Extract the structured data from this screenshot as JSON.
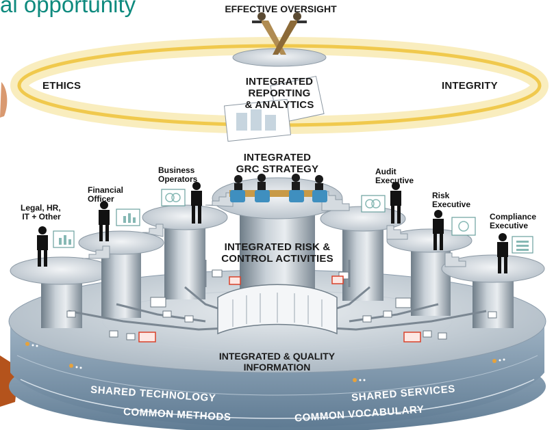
{
  "header": {
    "partial_title": "al opportunity",
    "top_label": "EFFECTIVE OVERSIGHT"
  },
  "ring": {
    "left": "ETHICS",
    "center": "INTEGRATED\nREPORTING\n& ANALYTICS",
    "right": "INTEGRITY"
  },
  "strategy": "INTEGRATED\nGRC STRATEGY",
  "roles": [
    {
      "name": "Legal, HR,\nIT + Other"
    },
    {
      "name": "Financial\nOfficer"
    },
    {
      "name": "Business\nOperators"
    },
    {
      "name": "Audit\nExecutive"
    },
    {
      "name": "Risk\nExecutive"
    },
    {
      "name": "Compliance\nExecutive"
    }
  ],
  "risk_control": "INTEGRATED RISK &\nCONTROL ACTIVITIES",
  "information": "INTEGRATED & QUALITY\nINFORMATION",
  "base": {
    "shared_technology": "SHARED TECHNOLOGY",
    "shared_services": "SHARED SERVICES",
    "common_methods": "COMMON METHODS",
    "common_vocabulary": "COMMON VOCABULARY"
  },
  "colors": {
    "title_teal": "#0e8a7e",
    "ring_glow": "#f3d66a",
    "platform_blue": "#7f97ab",
    "accent_orange": "#b4531c"
  }
}
